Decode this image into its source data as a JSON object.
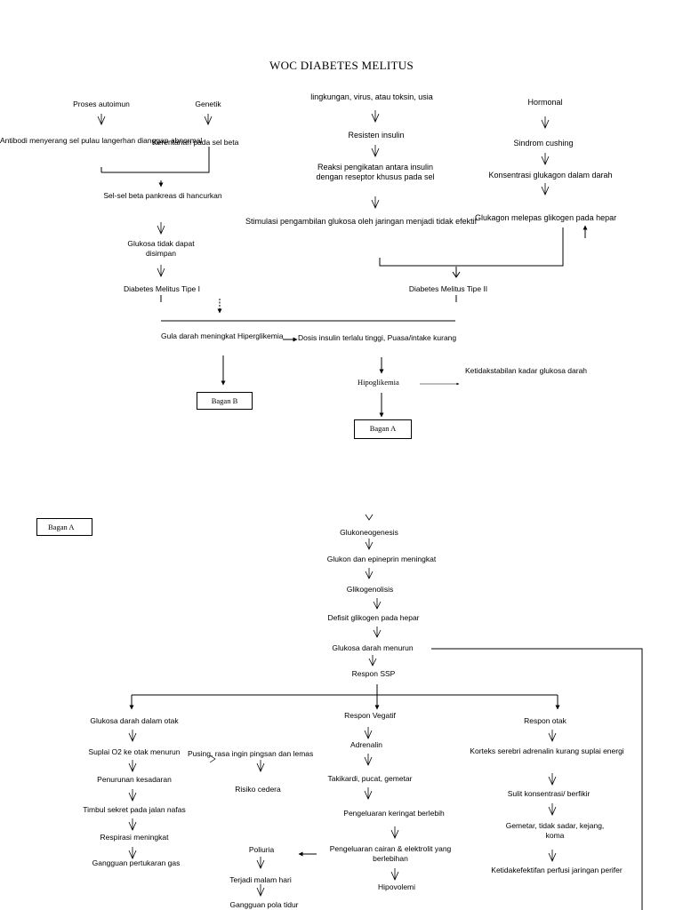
{
  "title": "WOC DIABETES MELITUS",
  "nodes": {
    "proses_autoimun": "Proses autoimun",
    "genetik": "Genetik",
    "antibodi": "Antibodi menyerang sel pulau langerhan dianggap abnormal",
    "kerentanan": "Kerentanan pada sel beta",
    "sel_beta": "Sel-sel beta pankreas di hancurkan",
    "glukosa_tidak_disimpan": "Glukosa tidak dapat disimpan",
    "dm_tipe_1": "Diabetes Melitus Tipe I",
    "lingkungan": "lingkungan, virus, atau toksin, usia",
    "resisten_insulin": "Resisten insulin",
    "reaksi_pengikatan": "Reaksi pengikatan antara insulin dengan reseptor khusus pada sel",
    "stimulasi": "Stimulasi pengambilan glukosa oleh jaringan menjadi tidak efektif",
    "hormonal": "Hormonal",
    "sindrom_cushing": "Sindrom cushing",
    "konsentrasi_glukagon": "Konsentrasi glukagon dalam darah",
    "glukagon_melepas": "Glukagon melepas glikogen pada hepar",
    "dm_tipe_2": "Diabetes Melitus Tipe II",
    "gula_darah": "Gula darah meningkat Hiperglikemia",
    "dosis_insulin": "Dosis insulin terlalu tinggi, Puasa/intake kurang",
    "hipoglikemia": "Hipoglikemia",
    "ketidakstabilan": "Ketidakstabilan kadar glukosa darah",
    "bagan_b": "Bagan B",
    "bagan_a": "Bagan A",
    "bagan_a_label": "Bagan A",
    "glukoneogenesis": "Glukoneogenesis",
    "glukon_epineprin": "Glukon dan epineprin meningkat",
    "glikogenolisis": "Glikogenolisis",
    "defisit_glikogen": "Defisit glikogen pada hepar",
    "glukosa_menurun": "Glukosa darah menurun",
    "respon_ssp": "Respon SSP",
    "glukosa_otak": "Glukosa darah dalam otak",
    "suplai_o2": "Suplai O2 ke otak menurun",
    "pusing": "Pusing, rasa ingin pingsan dan lemas",
    "risiko_cedera": "Risiko cedera",
    "penurunan_kesadaran": "Penurunan kesadaran",
    "timbul_sekret": "Timbul sekret pada jalan nafas",
    "respirasi": "Respirasi meningkat",
    "gangguan_pertukaran": "Gangguan pertukaran gas",
    "respon_vegatif": "Respon Vegatif",
    "adrenalin": "Adrenalin",
    "takikardi": "Takikardi, pucat, gemetar",
    "keringat": "Pengeluaran keringat berlebih",
    "cairan_elektrolit": "Pengeluaran cairan & elektrolit yang berlebihan",
    "hipovolemi": "Hipovolemi",
    "poliuria": "Poliuria",
    "malam_hari": "Terjadi malam hari",
    "gangguan_tidur": "Gangguan pola tidur",
    "respon_otak": "Respon otak",
    "korteks": "Korteks serebri adrenalin kurang suplai energi",
    "sulit_konsentrasi": "Sulit konsentrasi/ berfikir",
    "gemetar_koma": "Gemetar, tidak sadar, kejang, koma",
    "ketidakefektifan": "Ketidakefektifan perfusi jaringan perifer"
  }
}
